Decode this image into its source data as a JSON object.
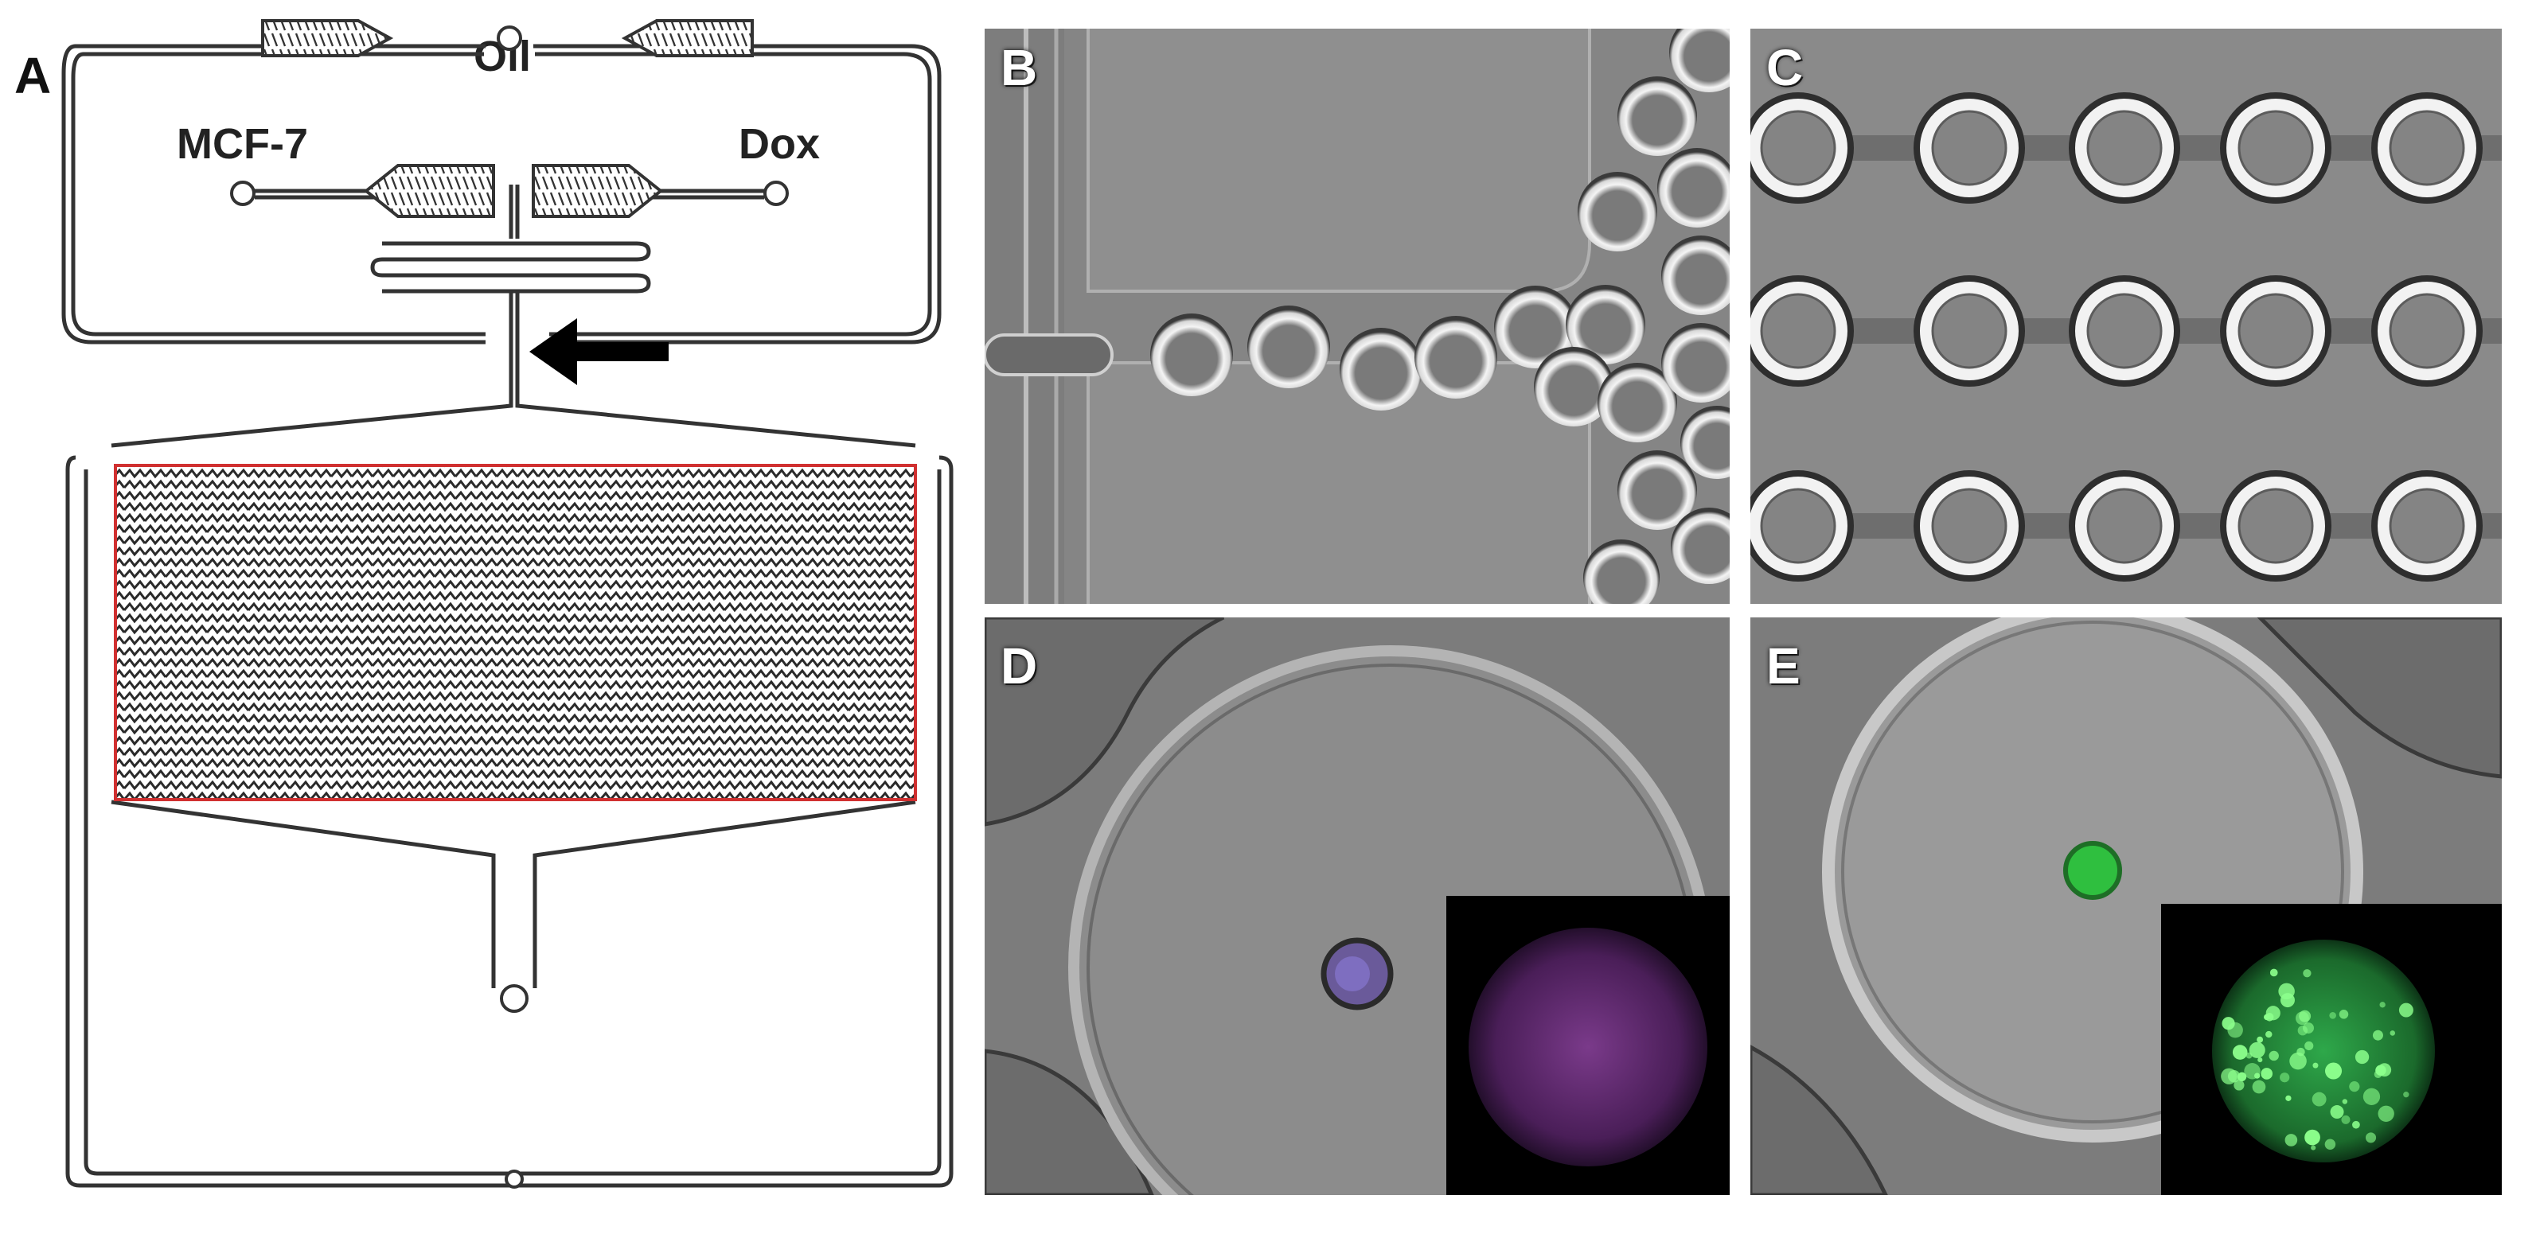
{
  "panels": {
    "a": {
      "letter": "A",
      "inlets": {
        "oil": "Oil",
        "cells": "MCF-7",
        "drug": "Dox"
      }
    },
    "b": {
      "letter": "B"
    },
    "c": {
      "letter": "C"
    },
    "d": {
      "letter": "D"
    },
    "e": {
      "letter": "E"
    }
  },
  "colors": {
    "trap_region_outline": "#d03030",
    "channel": "#333333",
    "microscope_background": "#8a8a8a",
    "inset_d": "#8a3a9a",
    "inset_e": "#3cc83c"
  }
}
